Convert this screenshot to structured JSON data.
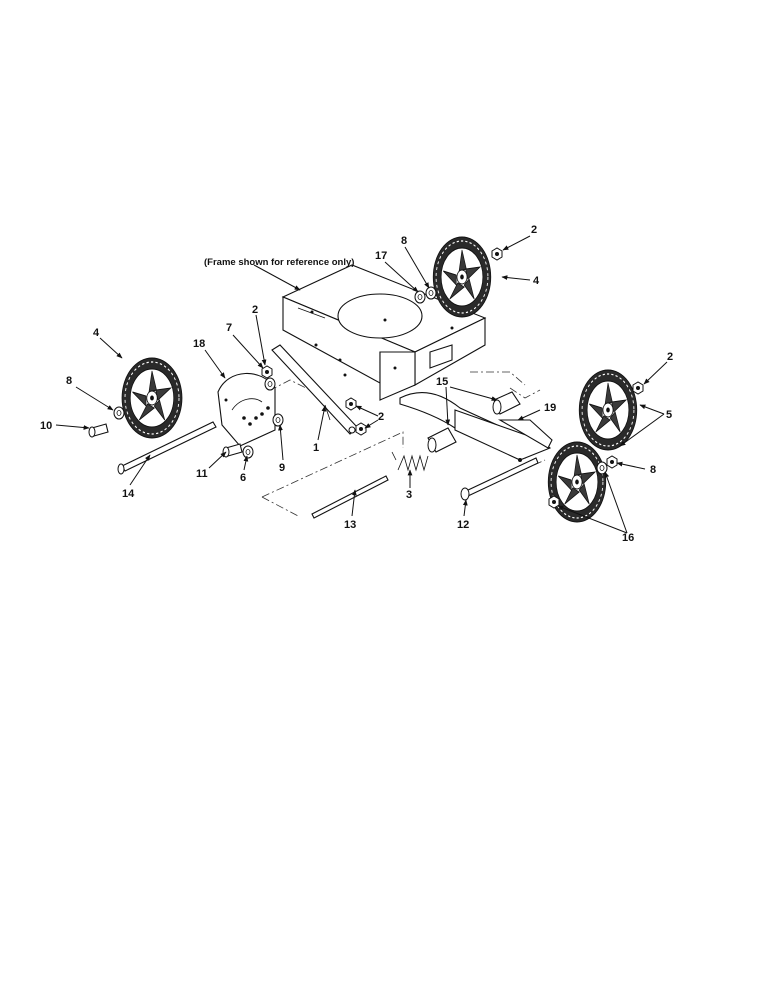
{
  "diagram": {
    "note": "(Frame shown for reference only)",
    "callouts": {
      "c1": "1",
      "c2a": "2",
      "c2b": "2",
      "c2c": "2",
      "c2d": "2",
      "c3": "3",
      "c4a": "4",
      "c4b": "4",
      "c5": "5",
      "c6": "6",
      "c7": "7",
      "c8a": "8",
      "c8b": "8",
      "c8c": "8",
      "c9": "9",
      "c10": "10",
      "c11": "11",
      "c12": "12",
      "c13": "13",
      "c14": "14",
      "c15": "15",
      "c16": "16",
      "c17": "17",
      "c18": "18",
      "c19": "19"
    }
  }
}
